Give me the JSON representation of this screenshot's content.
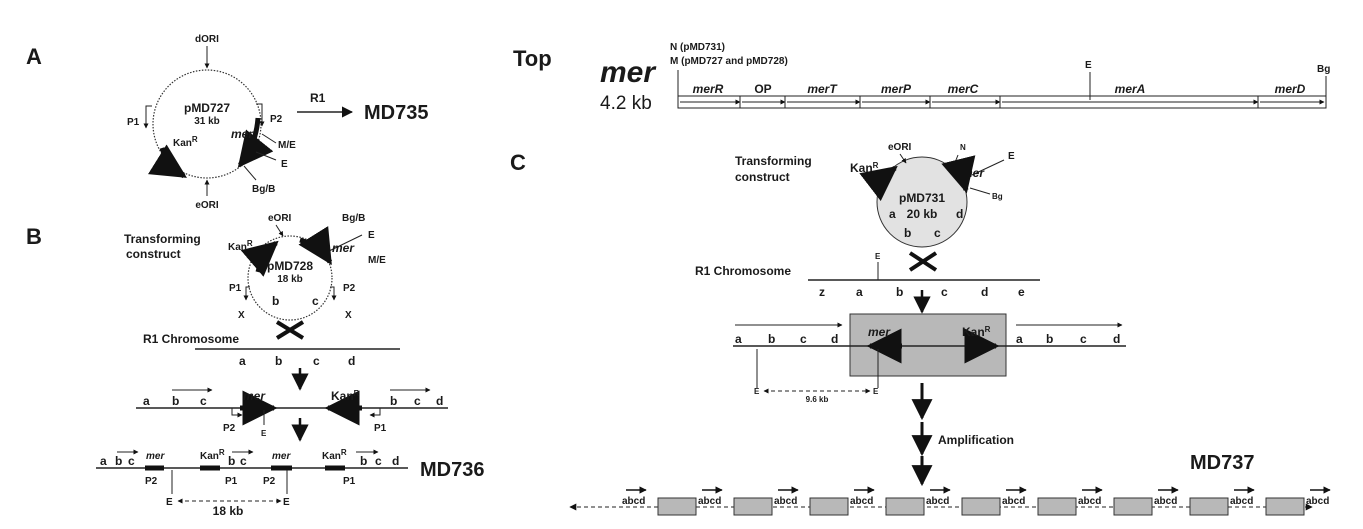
{
  "panels": {
    "a": "A",
    "b": "B",
    "c": "C",
    "top": "Top"
  },
  "panelA": {
    "plasmid": "pMD727",
    "size": "31 kb",
    "dori": "dORI",
    "eori": "eORI",
    "p1": "P1",
    "p2": "P2",
    "kan": "Kan",
    "kan_sup": "R",
    "mer": "mer",
    "me": "M/E",
    "e": "E",
    "bgb": "Bg/B",
    "r1": "R1",
    "product": "MD735"
  },
  "panelB": {
    "construct_line1": "Transforming",
    "construct_line2": "construct",
    "plasmid": "pMD728",
    "size": "18 kb",
    "eori": "eORI",
    "bgb": "Bg/B",
    "e": "E",
    "me": "M/E",
    "kan": "Kan",
    "kan_sup": "R",
    "mer": "mer",
    "p1": "P1",
    "p2": "P2",
    "x": "X",
    "b": "b",
    "c": "c",
    "chrom": "R1 Chromosome",
    "a": "a",
    "d": "d",
    "dist": "18 kb",
    "product": "MD736"
  },
  "topOperon": {
    "mer": "mer",
    "size": "4.2 kb",
    "n_label": "N (pMD731)",
    "m_label": "M (pMD727 and pMD728)",
    "e": "E",
    "bg": "Bg",
    "genes": [
      "merR",
      "OP",
      "merT",
      "merP",
      "merC",
      "merA",
      "merD"
    ]
  },
  "panelC": {
    "construct_line1": "Transforming",
    "construct_line2": "construct",
    "eori": "eORI",
    "n": "N",
    "e": "E",
    "bg": "Bg",
    "kan": "Kan",
    "kan_sup": "R",
    "mer": "mer",
    "plasmid": "pMD731",
    "size": "20 kb",
    "a": "a",
    "b": "b",
    "c": "c",
    "d": "d",
    "z": "z",
    "e_letter": "e",
    "chrom": "R1 Chromosome",
    "dist": "9.6 kb",
    "amplification": "Amplification",
    "product": "MD737",
    "repeat": "abcd"
  },
  "colors": {
    "box_fill": "#b8b8b8",
    "circle_fill": "#e2e2e2",
    "ink": "#1a1a1a"
  }
}
